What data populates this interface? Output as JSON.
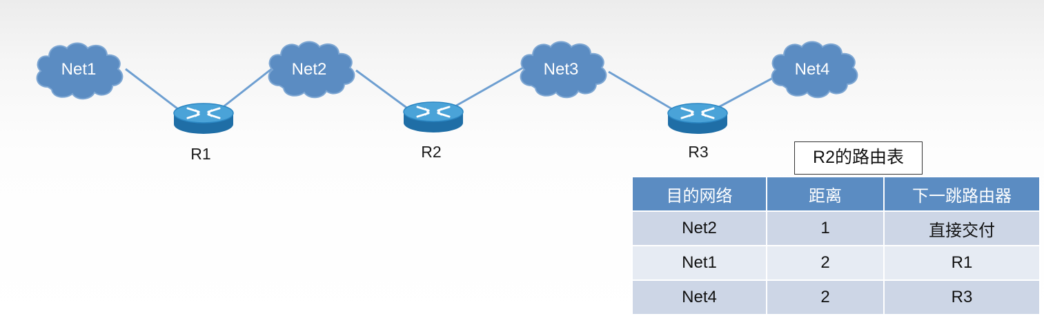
{
  "clouds": [
    {
      "label": "Net1"
    },
    {
      "label": "Net2"
    },
    {
      "label": "Net3"
    },
    {
      "label": "Net4"
    }
  ],
  "routers": [
    {
      "label": "R1"
    },
    {
      "label": "R2"
    },
    {
      "label": "R3"
    }
  ],
  "table": {
    "caption": "R2的路由表",
    "headers": [
      "目的网络",
      "距离",
      "下一跳路由器"
    ],
    "rows": [
      [
        "Net2",
        "1",
        "直接交付"
      ],
      [
        "Net1",
        "2",
        "R1"
      ],
      [
        "Net4",
        "2",
        "R3"
      ]
    ]
  },
  "colors": {
    "cloud_fill": "#5b8cc2",
    "link_line": "#6e9fd1",
    "router_body": "#2d7fb8",
    "header_fill": "#5b8cc2",
    "row_dark": "#cdd6e6",
    "row_light": "#e6ebf3"
  }
}
